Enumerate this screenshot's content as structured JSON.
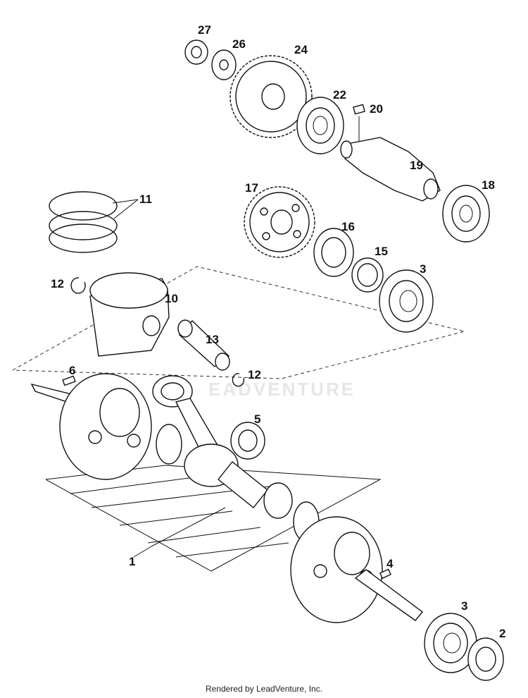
{
  "watermark": "EADVENTURE",
  "footer": "Rendered by LeadVenture, Inc.",
  "callouts": {
    "c1": "1",
    "c2": "2",
    "c3a": "3",
    "c3b": "3",
    "c4": "4",
    "c5": "5",
    "c6": "6",
    "c10": "10",
    "c11": "11",
    "c12a": "12",
    "c12b": "12",
    "c13": "13",
    "c15": "15",
    "c16": "16",
    "c17": "17",
    "c18": "18",
    "c19": "19",
    "c20": "20",
    "c22": "22",
    "c24": "24",
    "c26": "26",
    "c27": "27"
  }
}
